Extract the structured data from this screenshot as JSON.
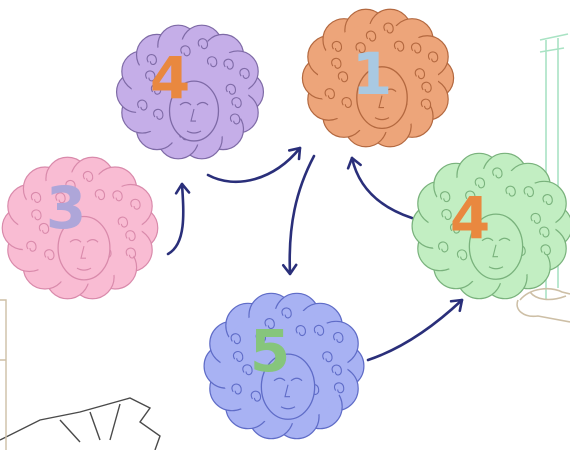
{
  "colors": {
    "arrow": "#2a2f7a",
    "deco_green": "#a9e3c4",
    "deco_tan": "#cdbfa6",
    "deco_gray": "#4a4a4a"
  },
  "nodes": [
    {
      "id": "top-left",
      "number": "4",
      "fill": "#c5aee8",
      "stroke": "#7e6aa6",
      "number_color": "#e9883f"
    },
    {
      "id": "top-right",
      "number": "1",
      "fill": "#eda57a",
      "stroke": "#b3683f",
      "number_color": "#a9c9e2"
    },
    {
      "id": "left",
      "number": "3",
      "fill": "#f9bcd3",
      "stroke": "#d98aab",
      "number_color": "#aea6d9"
    },
    {
      "id": "right",
      "number": "4",
      "fill": "#c2eec2",
      "stroke": "#79b27c",
      "number_color": "#e9883f"
    },
    {
      "id": "bottom",
      "number": "5",
      "fill": "#a8b2f3",
      "stroke": "#5f6cc7",
      "number_color": "#86c57c"
    }
  ],
  "edges": [
    {
      "from": "left",
      "to": "top-left"
    },
    {
      "from": "top-left",
      "to": "top-right"
    },
    {
      "from": "top-right",
      "to": "bottom"
    },
    {
      "from": "bottom",
      "to": "right"
    },
    {
      "from": "right",
      "to": "top-right"
    }
  ]
}
